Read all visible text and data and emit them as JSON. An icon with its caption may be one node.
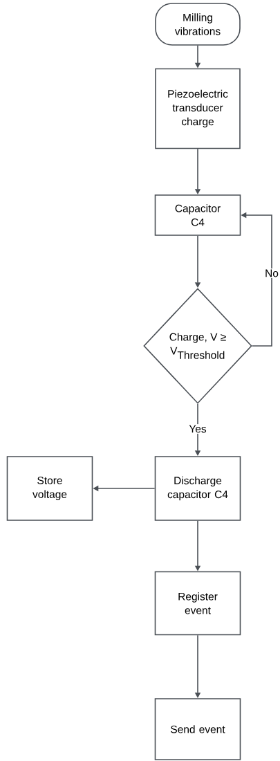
{
  "diagram": {
    "nodes": [
      {
        "text": [
          "Milling vibrations"
        ]
      },
      {
        "text": [
          "Piezoelectric transducer charge"
        ]
      },
      {
        "text": [
          "Capacitor C4"
        ]
      },
      {
        "text": [
          "Charge, V ≥",
          "\\textrm{V}_{\\textrm{Threshold}}"
        ]
      },
      {
        "text": [
          "Discharge capacitor C4"
        ]
      },
      {
        "text": [
          "Store voltage"
        ]
      },
      {
        "text": [
          "Register event"
        ]
      },
      {
        "text": [
          "Send event"
        ]
      }
    ],
    "edges": [
      {
        "from": 0,
        "to": 1,
        "arrow": "to"
      },
      {
        "from": 1,
        "to": 2,
        "arrow": "to"
      },
      {
        "from": 2,
        "to": 3,
        "arrow": "to"
      },
      {
        "from": 3,
        "to": 2,
        "arrow": "to",
        "label": "No"
      },
      {
        "from": 3,
        "to": 4,
        "arrow": "to",
        "label": "Yes"
      },
      {
        "from": 4,
        "to": 5,
        "arrow": "to"
      },
      {
        "from": 4,
        "to": 6,
        "arrow": "to"
      },
      {
        "from": 6,
        "to": 7,
        "arrow": "to"
      }
    ]
  }
}
